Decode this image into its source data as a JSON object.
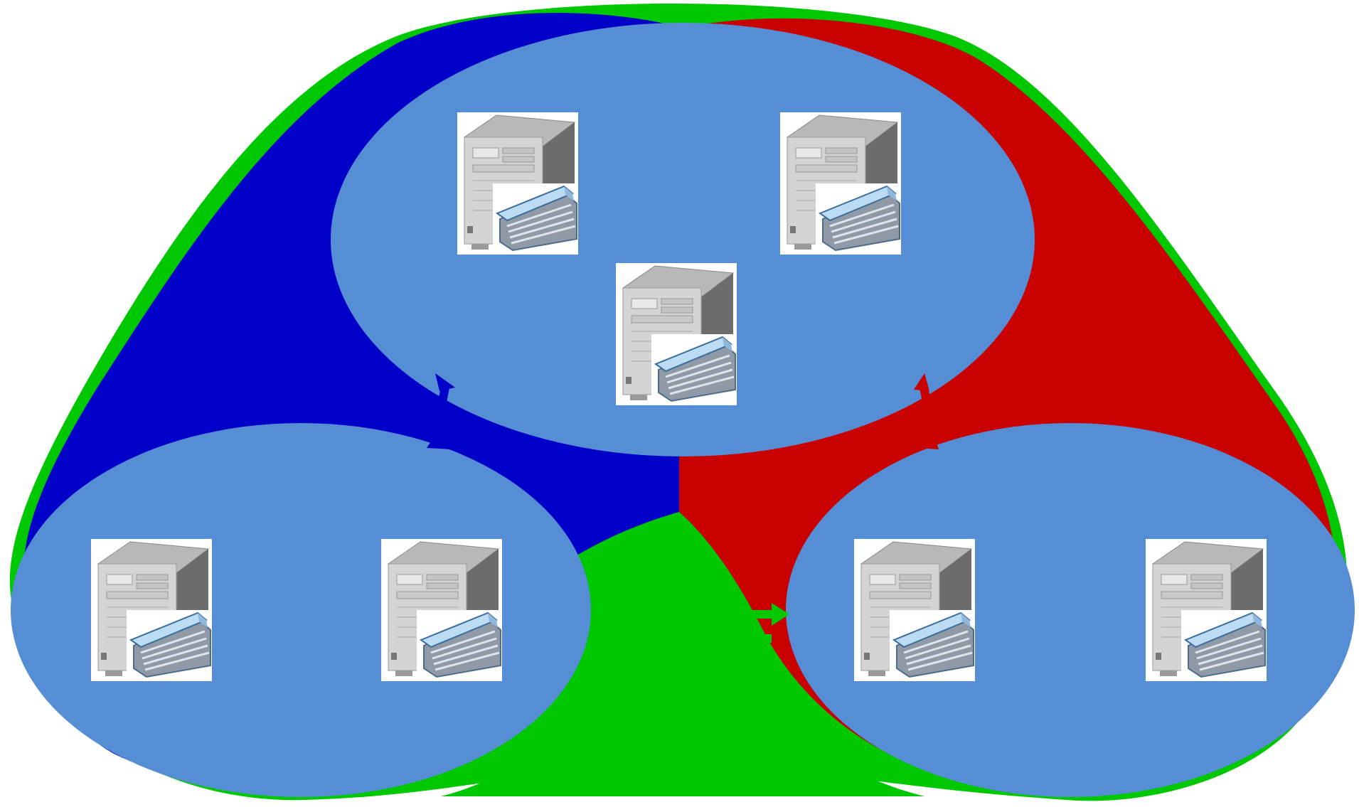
{
  "colors": {
    "outer": "#00c800",
    "left_band": "#0000c8",
    "right_band": "#c80000",
    "cluster_fill": "#558ed5",
    "arrow_blue": "#0000c8",
    "arrow_red": "#c80000",
    "arrow_green": "#00c800",
    "server_face": "#d0d0d0",
    "server_side": "#6a6a6a",
    "server_top": "#9a9a9a",
    "book_cover": "#bcdcf4",
    "book_pages": "#9aa6b0"
  },
  "clusters": [
    {
      "name": "top-cluster",
      "servers": [
        "server",
        "server",
        "server"
      ]
    },
    {
      "name": "bottom-left-cluster",
      "servers": [
        "server",
        "server"
      ]
    },
    {
      "name": "bottom-right-cluster",
      "servers": [
        "server",
        "server"
      ]
    }
  ],
  "connectors": [
    {
      "name": "blue-bidirectional-arrow",
      "icon": "double-arrow-icon",
      "color": "blue"
    },
    {
      "name": "red-bidirectional-arrow",
      "icon": "double-arrow-icon",
      "color": "red"
    },
    {
      "name": "green-double-arrow",
      "icon": "double-arrow-icon",
      "color": "green"
    }
  ]
}
